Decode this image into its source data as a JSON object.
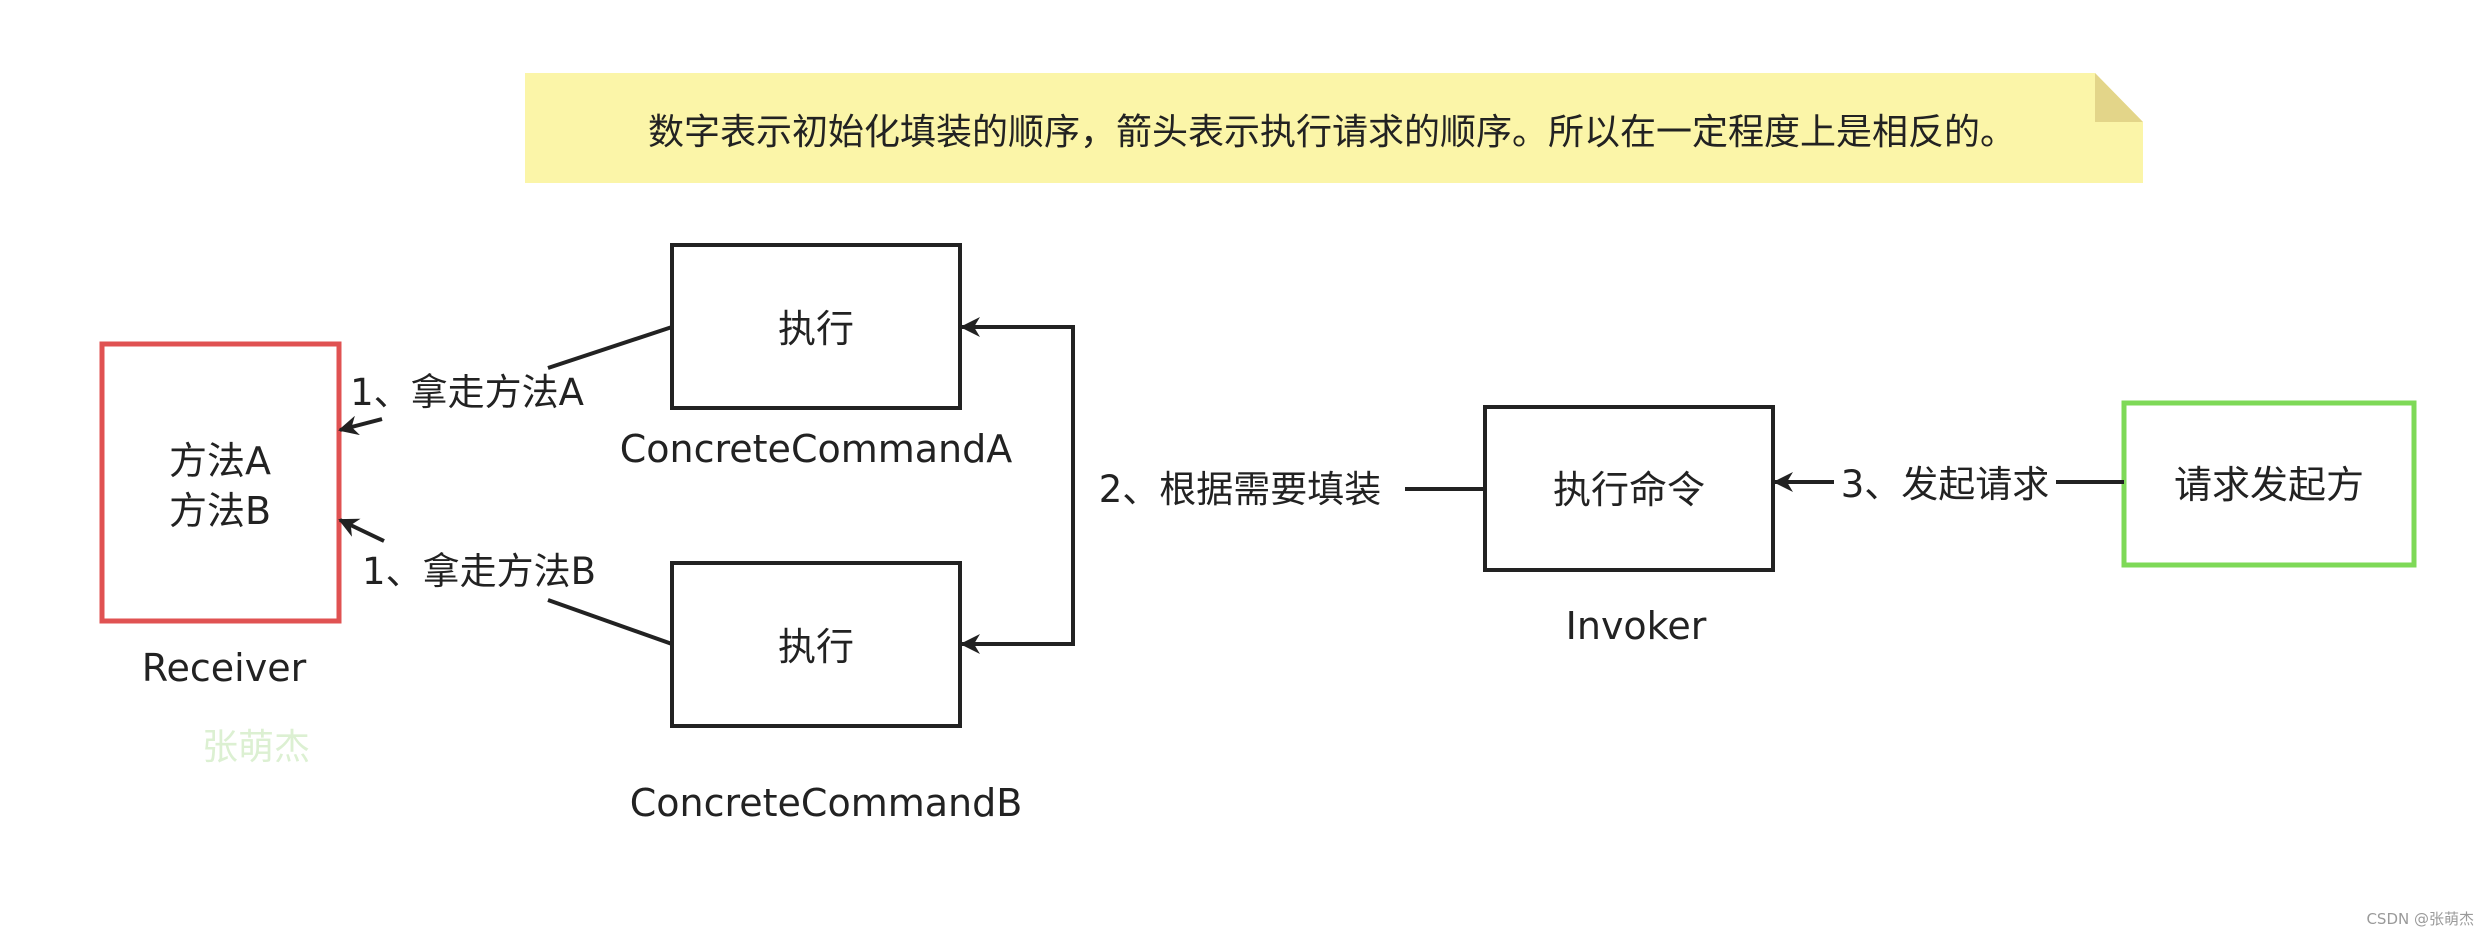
{
  "note": {
    "text": "数字表示初始化填装的顺序，箭头表示执行请求的顺序。所以在一定程度上是相反的。"
  },
  "nodes": {
    "receiver": {
      "line1": "方法A",
      "line2": "方法B",
      "caption": "Receiver"
    },
    "command_a": {
      "label": "执行",
      "caption": "ConcreteCommandA"
    },
    "command_b": {
      "label": "执行",
      "caption": "ConcreteCommandB"
    },
    "invoker": {
      "label": "执行命令",
      "caption": "Invoker"
    },
    "requester": {
      "label": "请求发起方"
    }
  },
  "edges": {
    "take_a": "1、拿走方法A",
    "take_b": "1、拿走方法B",
    "fill": "2、根据需要填装",
    "request": "3、发起请求"
  },
  "watermark": "张萌杰",
  "credit": "CSDN @张萌杰",
  "colors": {
    "note_fill": "#fbf5a8",
    "note_fold": "#e3d589",
    "receiver_border": "#e05252",
    "requester_border": "#7ed957",
    "box_border": "#222222",
    "watermark": "#dcf0d2"
  }
}
